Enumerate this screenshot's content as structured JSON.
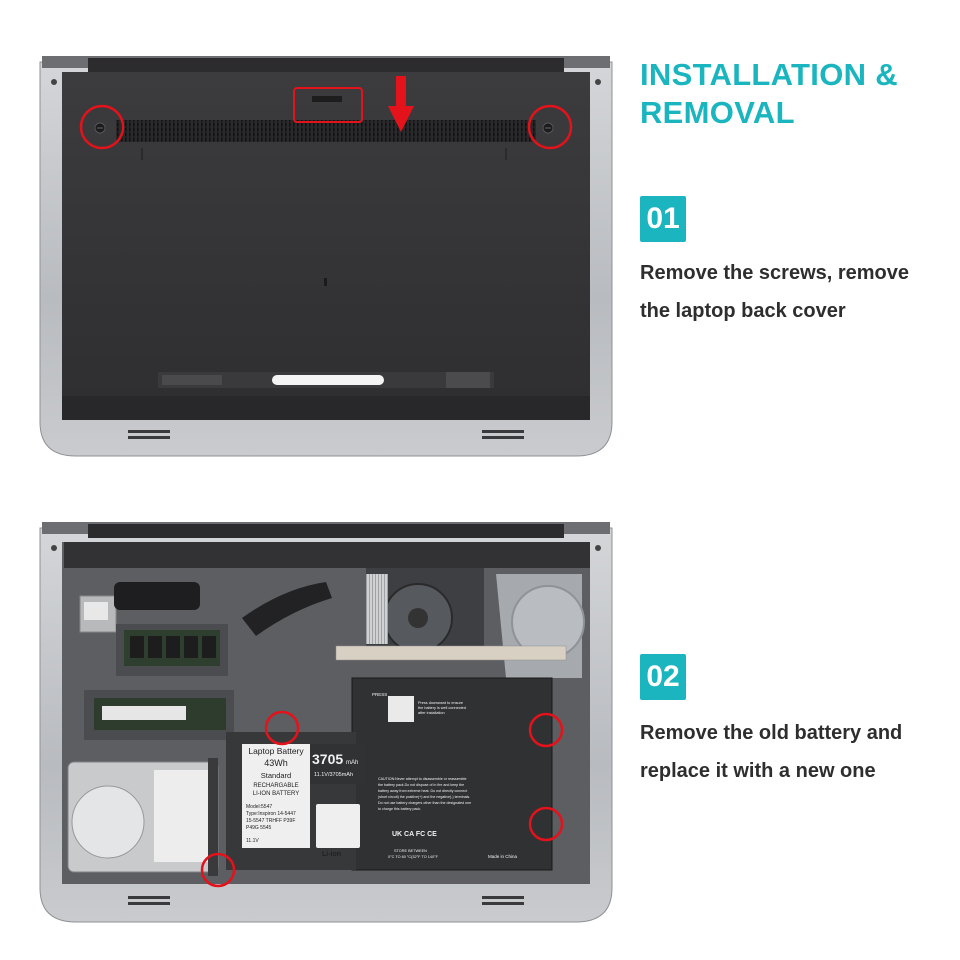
{
  "heading": {
    "line1": "INSTALLATION &",
    "line2": "REMOVAL"
  },
  "accent_color": "#1ab5be",
  "marker_color": "#e3121b",
  "steps": [
    {
      "number": "01",
      "text_line1": "Remove the screws, remove",
      "text_line2": "the laptop back cover"
    },
    {
      "number": "02",
      "text_line1": "Remove the old battery and",
      "text_line2": "replace it with a new one"
    }
  ],
  "battery_label": {
    "title": "Laptop Battery",
    "capacity_wh": "43Wh",
    "type1": "Standard",
    "type2": "RECHARGABLE",
    "type3": "LI-ION BATTERY",
    "model": "Model:5547",
    "compat": "Type:Inspiron 14-5447",
    "compat2": "15-5547 TRHFF P39F",
    "compat3": "P49G 5545",
    "voltage": "11.1V",
    "mah": "3705",
    "mah_unit": "mAh",
    "spec": "11.1V/3705mAh",
    "chem": "Li-ion",
    "press": "PRESS",
    "press_note1": "Press downward to ensure",
    "press_note2": "the battery is well connected",
    "press_note3": "after installation",
    "caution1": "CAUTION:Never attempt to disassemble or reassemble",
    "caution2": "the battery pack.Do not dispose of in fire and keep the",
    "caution3": "battery away from extreme heat. Do not directly connect",
    "caution4": "(short circuit) the positive(+) and the negative(-) terminals.",
    "caution5": "Do not use battery chargers other than the designated one",
    "caution6": "to charge this battery pack.",
    "marks": "UK CA  FC  CE",
    "store1": "STORE BETWEEN",
    "store2": "0°C TO 60 °C(32°F TO 140°F",
    "origin": "Made in China"
  }
}
